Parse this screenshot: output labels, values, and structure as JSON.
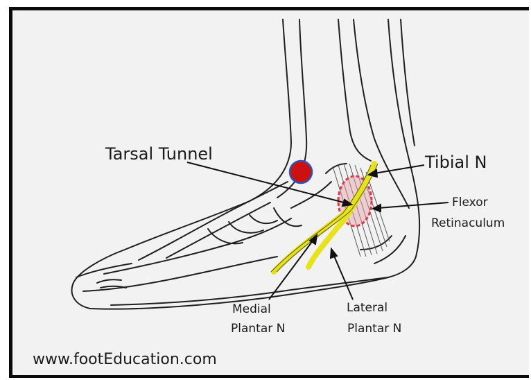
{
  "labels": {
    "tarsal_tunnel": "Tarsal Tunnel",
    "tibial_n": "Tibial N",
    "flexor_line1": "Flexor",
    "flexor_line2": "Retinaculum",
    "medial_line1": "Medial",
    "medial_line2": "Plantar N",
    "lateral_line1": "Lateral",
    "lateral_line2": "Plantar N"
  },
  "watermark": "www.footEducation.com",
  "colors": {
    "nerve": "#e7e21c",
    "marker_fill": "#cc1111",
    "marker_stroke": "#2a56b8",
    "retinaculum": "#d83a4a",
    "line_art": "#1f1f1f",
    "background": "#f2f2f2",
    "frame": "#0a0a0a"
  }
}
